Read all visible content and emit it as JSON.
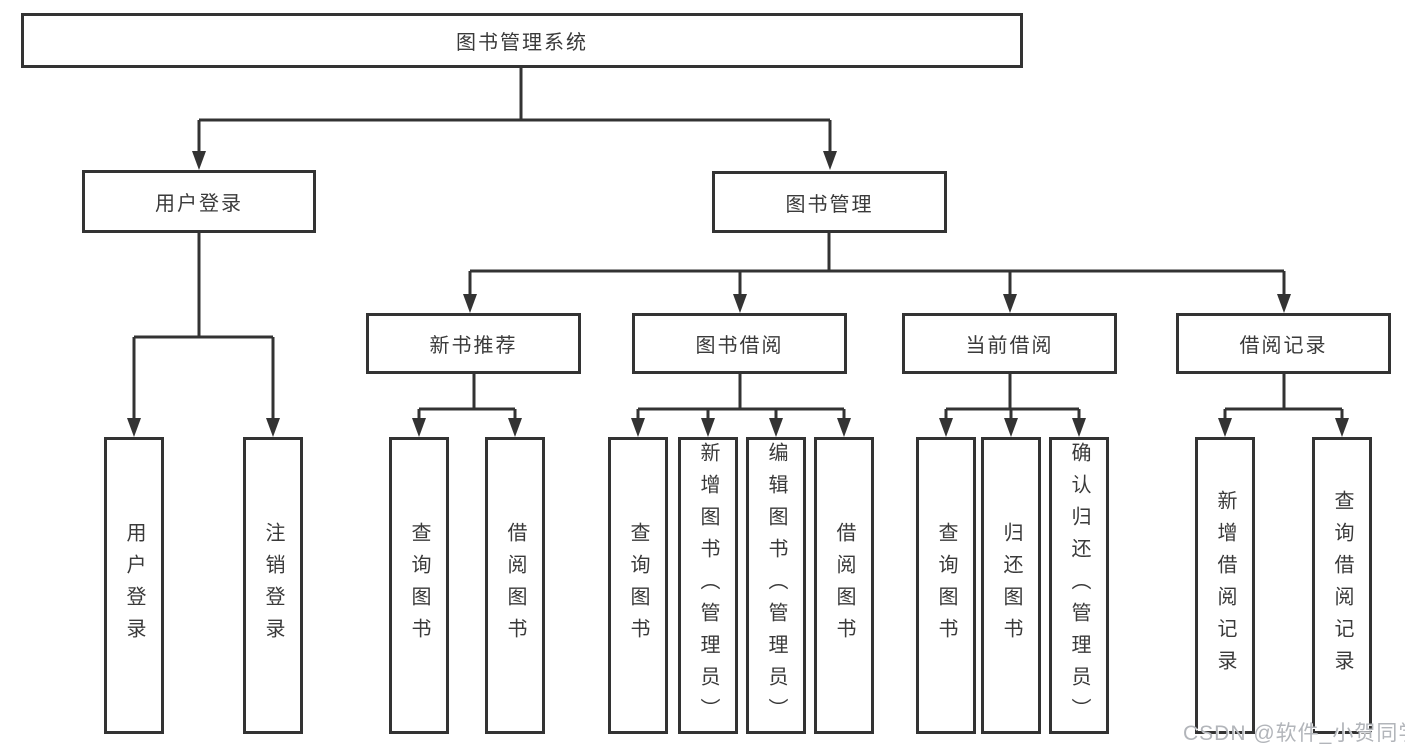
{
  "diagram": {
    "root": "图书管理系统",
    "branches": [
      {
        "label": "用户登录",
        "leaves": [
          "用户登录",
          "注销登录"
        ]
      },
      {
        "label": "图书管理",
        "children": [
          {
            "label": "新书推荐",
            "leaves": [
              "查询图书",
              "借阅图书"
            ]
          },
          {
            "label": "图书借阅",
            "leaves": [
              "查询图书",
              "新增图书（管理员）",
              "编辑图书（管理员）",
              "借阅图书"
            ]
          },
          {
            "label": "当前借阅",
            "leaves": [
              "查询图书",
              "归还图书",
              "确认归还（管理员）"
            ]
          },
          {
            "label": "借阅记录",
            "leaves": [
              "新增借阅记录",
              "查询借阅记录"
            ]
          }
        ]
      }
    ]
  },
  "watermark": "CSDN @软件_小贺同学",
  "colors": {
    "line": "#333333",
    "box_border": "#333333",
    "text": "#3a3a3a",
    "background": "#ffffff",
    "watermark": "#b2b5ba"
  }
}
